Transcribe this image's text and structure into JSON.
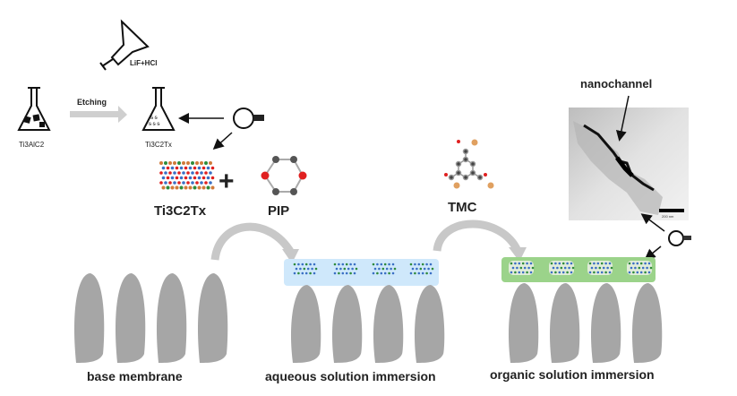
{
  "labels": {
    "reagent": "LiF+HCl",
    "etching": "Etching",
    "precursor": "Ti3AlC2",
    "mxene_flask": "Ti3C2Tx",
    "mxene_main": "Ti3C2Tx",
    "plus": "+",
    "pip": "PIP",
    "tmc": "TMC",
    "nanochannel": "nanochannel",
    "scale_bar": "200 nm",
    "step1": "base membrane",
    "step2": "aqueous solution immersion",
    "step3": "organic solution immersion"
  },
  "colors": {
    "membrane": "#a6a6a6",
    "aqueous_layer": "#cfe8fb",
    "organic_layer": "#9bd38a",
    "arrow_gray": "#c8c8c8",
    "ti_atom": "#3a6fc4",
    "c_atom": "#2e8b3a",
    "t_atom": "#d07a3a",
    "o_atom": "#e02020",
    "tmc_cl": "#e0a060"
  }
}
